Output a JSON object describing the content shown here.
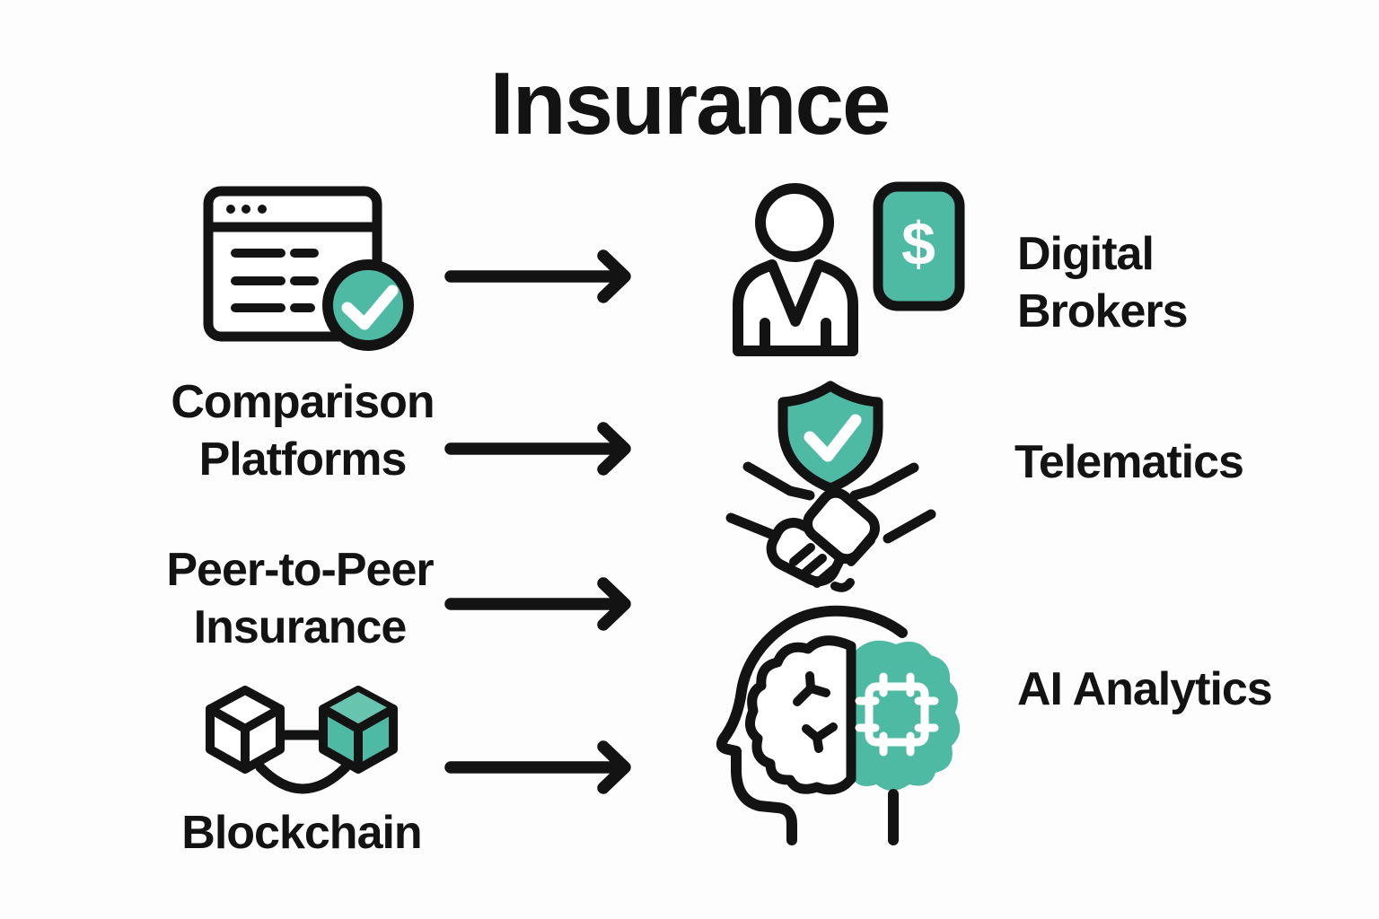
{
  "title": "Insurance",
  "colors": {
    "accent": "#4fbaa3",
    "accent-light": "#67c4ae",
    "ink": "#131313",
    "background": "#fdfdfd"
  },
  "left_items": [
    {
      "label": "Comparison\nPlatforms",
      "icon": "browser-checklist-check-icon"
    },
    {
      "label": "Peer-to-Peer\nInsurance",
      "icon": "none"
    },
    {
      "label": "Blockchain",
      "icon": "blockchain-cubes-icon"
    }
  ],
  "right_items": [
    {
      "label": "Digital\nBrokers",
      "icon": "broker-person-payment-icon"
    },
    {
      "label": "Telematics",
      "icon": "shield-handshake-icon"
    },
    {
      "label": "AI Analytics",
      "icon": "head-brain-chip-icon"
    }
  ],
  "arrows": {
    "count": 4,
    "direction": "right"
  },
  "glyphs": {
    "dollar_sign": "$"
  }
}
